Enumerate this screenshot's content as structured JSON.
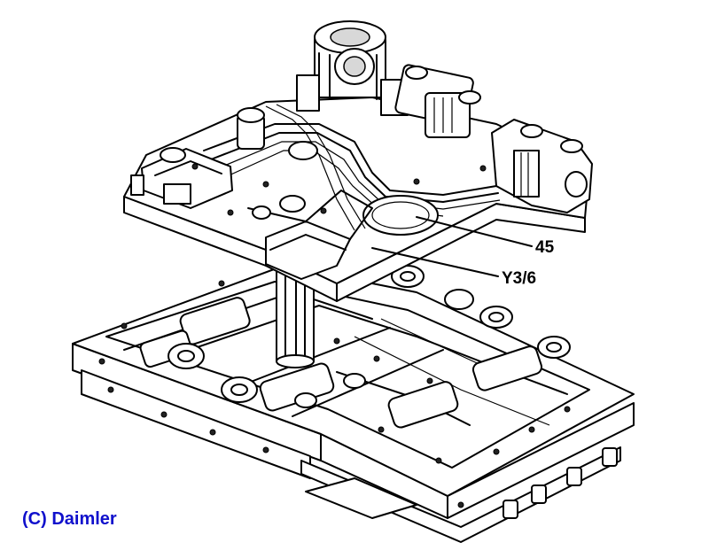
{
  "labels": {
    "part_45": "45",
    "part_y36": "Y3/6"
  },
  "copyright": {
    "text": "(C) Daimler",
    "color": "#1010cc"
  },
  "colors": {
    "line": "#000000",
    "background": "#ffffff"
  }
}
